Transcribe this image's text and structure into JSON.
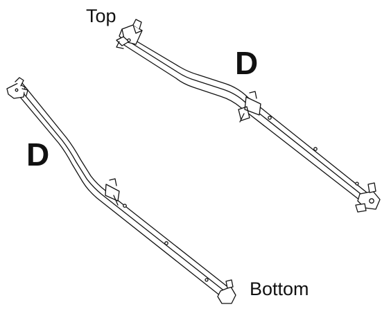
{
  "labels": {
    "top": "Top",
    "bottom": "Bottom",
    "part_upper": "D",
    "part_lower": "D"
  },
  "colors": {
    "line": "#111111",
    "fill": "#ffffff"
  }
}
